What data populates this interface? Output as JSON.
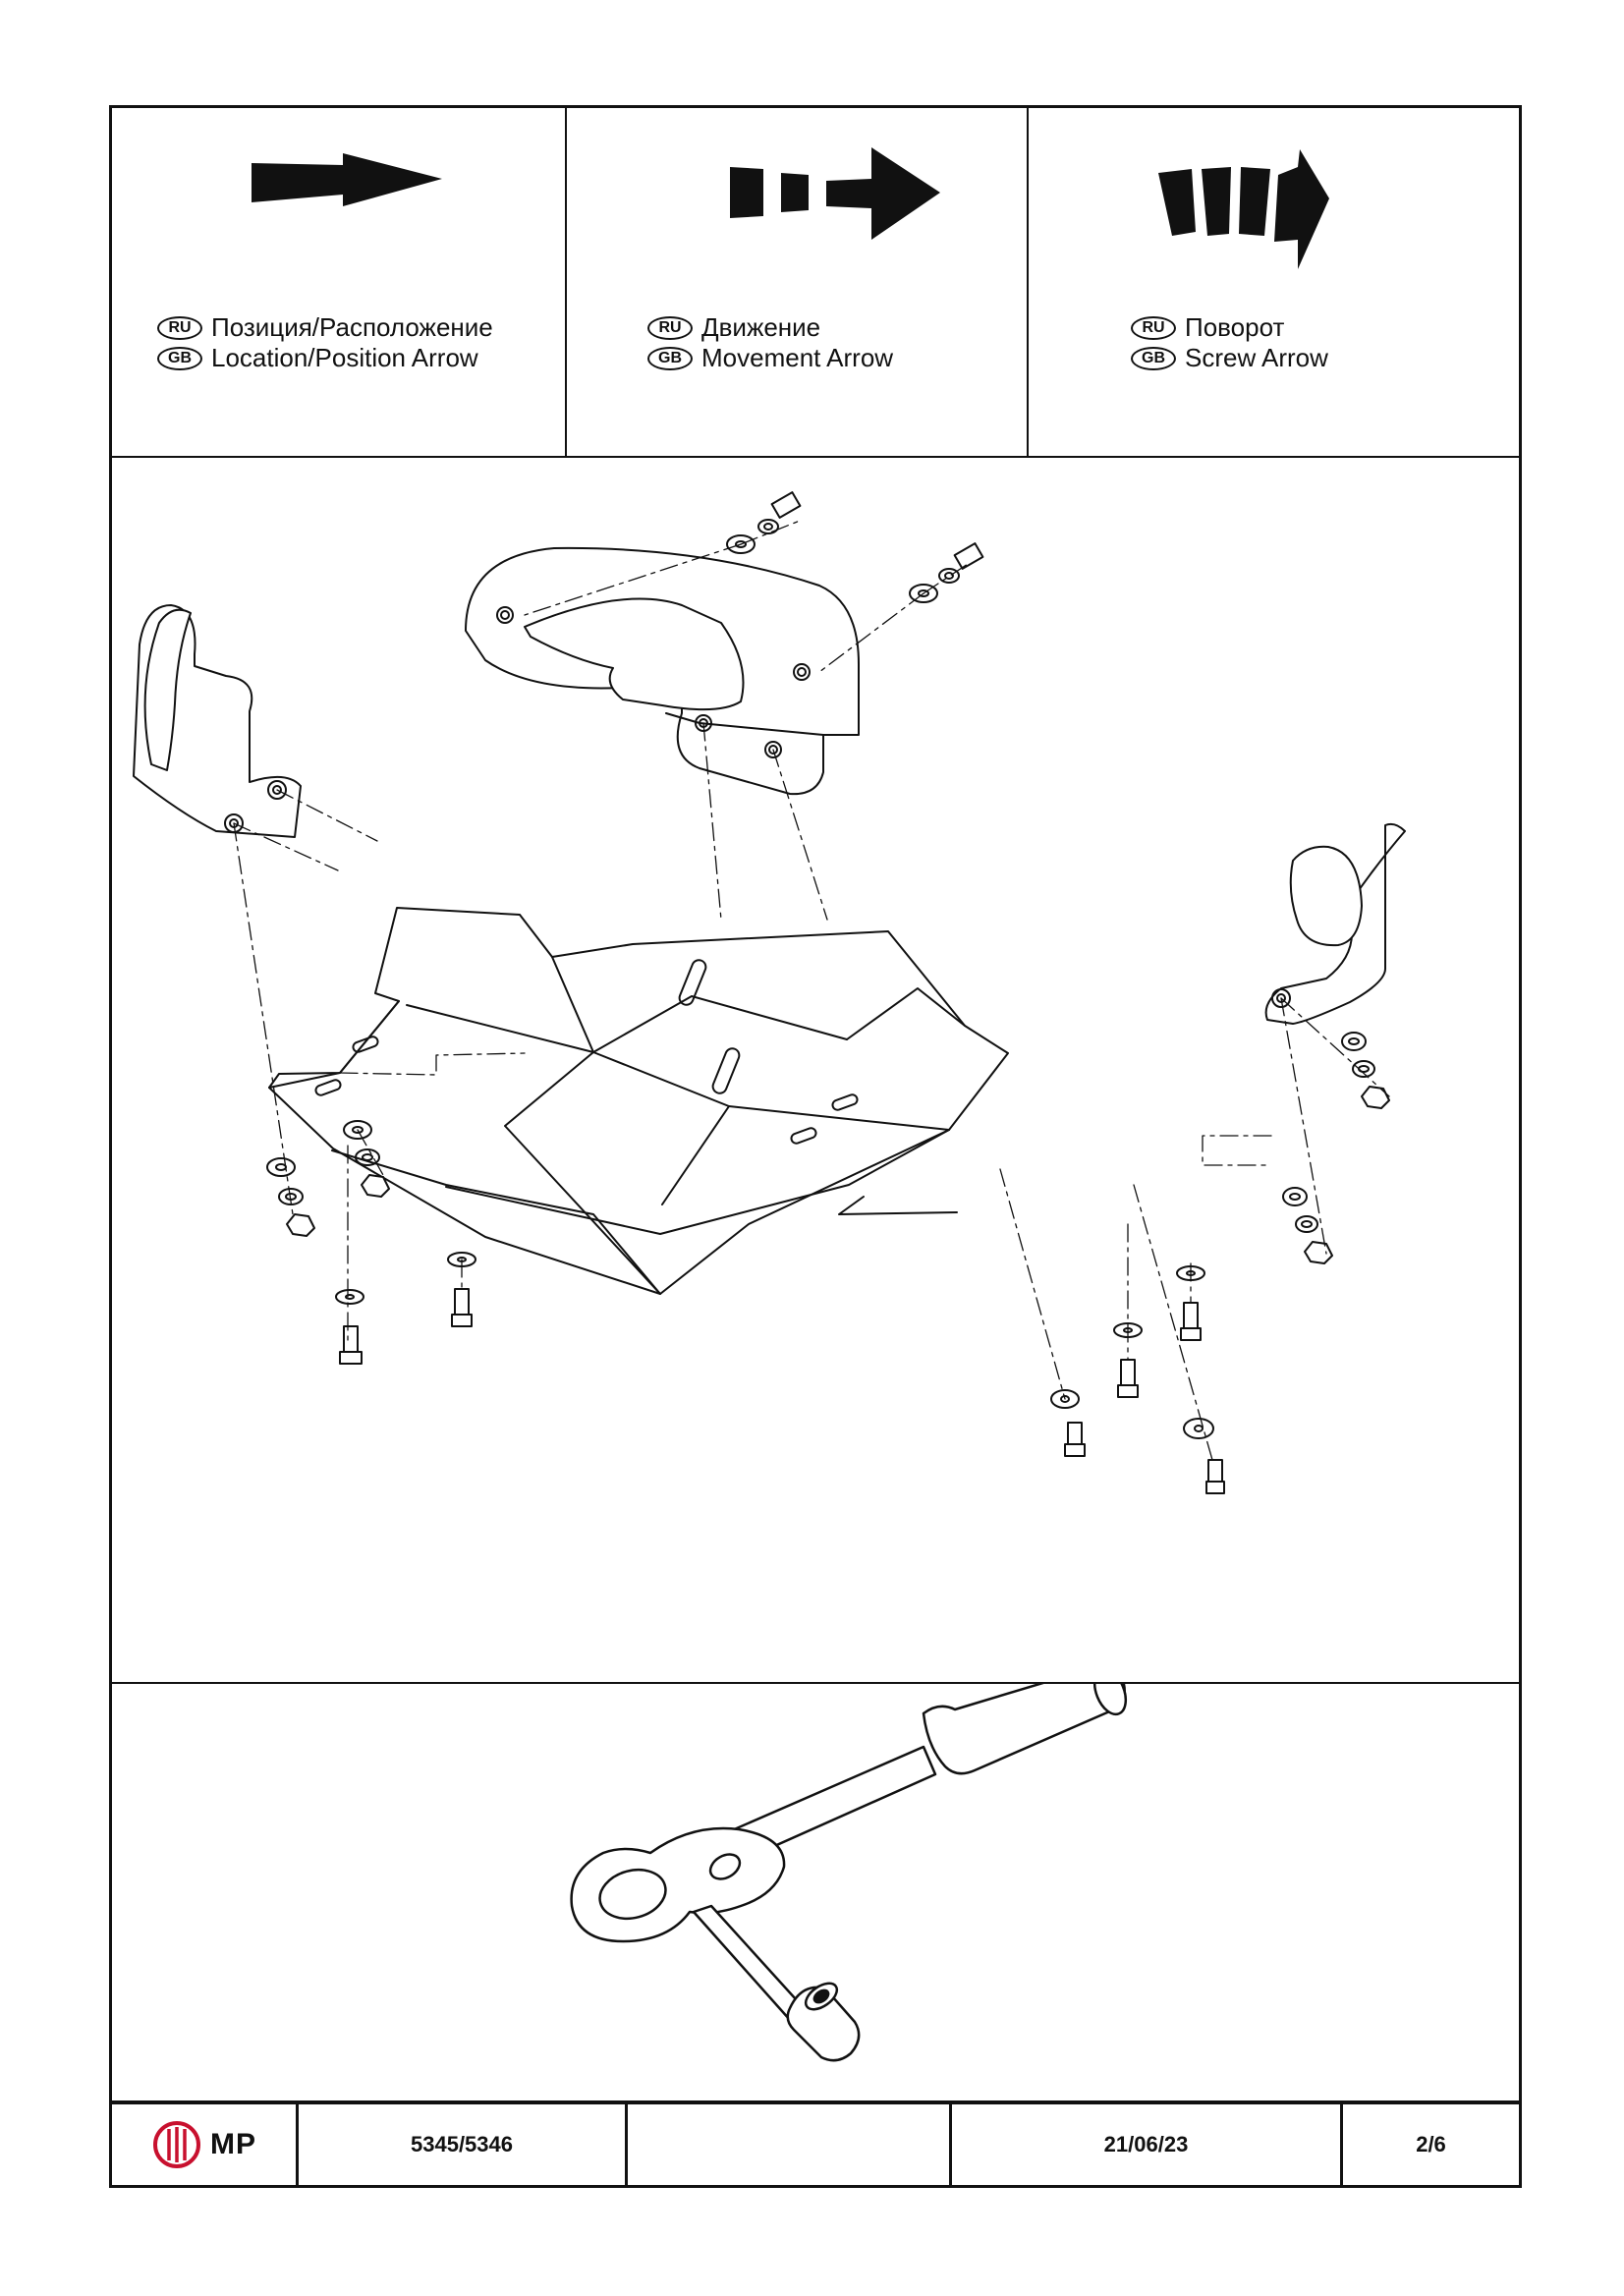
{
  "legend": [
    {
      "icon": "location-arrow-icon",
      "ru_code": "RU",
      "ru_text": "Позиция/Расположение",
      "gb_code": "GB",
      "gb_text": "Location/Position Arrow"
    },
    {
      "icon": "movement-arrow-icon",
      "ru_code": "RU",
      "ru_text": "Движение",
      "gb_code": "GB",
      "gb_text": "Movement Arrow"
    },
    {
      "icon": "screw-arrow-icon",
      "ru_code": "RU",
      "ru_text": "Поворот",
      "gb_code": "GB",
      "gb_text": "Screw Arrow"
    }
  ],
  "drawing": {
    "subject": "exploded-assembly-diagram"
  },
  "tool": {
    "icon": "ratchet-wrench-icon"
  },
  "titleblock": {
    "logo_text": "MP",
    "logo_color": "#c8102e",
    "part_number": "5345/5346",
    "blank": "",
    "date": "21/06/23",
    "page": "2/6"
  }
}
